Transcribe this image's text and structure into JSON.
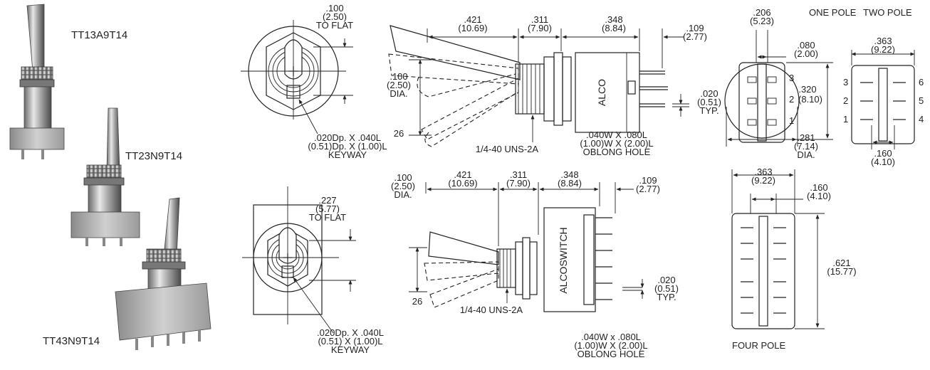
{
  "parts": {
    "p1": "TT13A9T14",
    "p2": "TT23N9T14",
    "p3": "TT43N9T14"
  },
  "top": {
    "to_flat": [
      ".100",
      "(2.50)",
      "TO FLAT"
    ],
    "dia": [
      ".100",
      "(2.50)",
      "DIA."
    ],
    "angle": "26",
    "keyway": [
      ".020Dp. X .040L",
      "(0.51)Dp. X (1.00)L",
      "KEYWAY"
    ],
    "d421": [
      ".421",
      "(10.69)"
    ],
    "d311": [
      ".311",
      "(7.90)"
    ],
    "d348": [
      ".348",
      "(8.84)"
    ],
    "d109": [
      ".109",
      "(2.77)"
    ],
    "brand": "ALCO",
    "thread": "1/4-40 UNS-2A",
    "hole": [
      ".040W X .080L",
      "(1.00)W X (2.00)L",
      "OBLONG HOLE"
    ],
    "pin": [
      ".020",
      "(0.51)",
      "TYP."
    ]
  },
  "bottom": {
    "dia": [
      ".100",
      "(2.50)",
      "DIA."
    ],
    "to_flat": [
      ".227",
      "(5.77)",
      "TO FLAT"
    ],
    "angle": "26",
    "keyway": [
      ".020Dp. X .040L",
      "(0.51) X (1.00)L",
      "KEYWAY"
    ],
    "d421": [
      ".421",
      "(10.69)"
    ],
    "d311": [
      ".311",
      "(7.90)"
    ],
    "d348": [
      ".348",
      "(8.84)"
    ],
    "d109": [
      ".109",
      "(2.77)"
    ],
    "brand": "ALCOSWITCH",
    "thread": "1/4-40 UNS-2A",
    "hole": [
      ".040W x .080L",
      "(1.00)W X (2.00)L",
      "OBLONG HOLE"
    ],
    "pin": [
      ".020",
      "(0.51)",
      "TYP."
    ]
  },
  "one_pole": {
    "title": "ONE POLE",
    "d206": [
      ".206",
      "(5.23)"
    ],
    "d080": [
      ".080",
      "(2.00)"
    ],
    "d320": [
      ".320",
      "(8.10)"
    ],
    "d281": [
      ".281",
      "(7.14)",
      "DIA."
    ],
    "n3": "3",
    "n2": "2",
    "n1": "1"
  },
  "two_pole": {
    "title": "TWO POLE",
    "d363": [
      ".363",
      "(9.22)"
    ],
    "d160": [
      ".160",
      "(4.10)"
    ],
    "n3": "3",
    "n2": "2",
    "n1": "1",
    "n6": "6",
    "n5": "5",
    "n4": "4"
  },
  "four_pole": {
    "title": "FOUR POLE",
    "d363": [
      ".363",
      "(9.22)"
    ],
    "d160": [
      ".160",
      "(4.10)"
    ],
    "d621": [
      ".621",
      "(15.77)"
    ]
  }
}
